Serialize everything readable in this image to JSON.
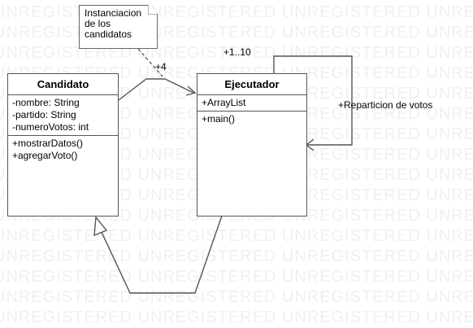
{
  "watermark": "UNREGISTERED",
  "note": {
    "lines": [
      "Instanciacion",
      "de los",
      "candidatos"
    ]
  },
  "classes": [
    {
      "name": "Candidato",
      "attributes": [
        "-nombre: String",
        "-partido: String",
        "-numeroVotos: int"
      ],
      "methods": [
        "+mostrarDatos()",
        "+agregarVoto()"
      ]
    },
    {
      "name": "Ejecutador",
      "attributes": [
        "+ArrayList"
      ],
      "methods": [
        "+main()"
      ]
    }
  ],
  "associations": {
    "multiplicity_candidato": "+4",
    "self_multiplicity": "+1..10",
    "self_role": "+Reparticion de votos"
  },
  "colors": {
    "line": "#555555",
    "watermark": "#f0f0f0"
  }
}
